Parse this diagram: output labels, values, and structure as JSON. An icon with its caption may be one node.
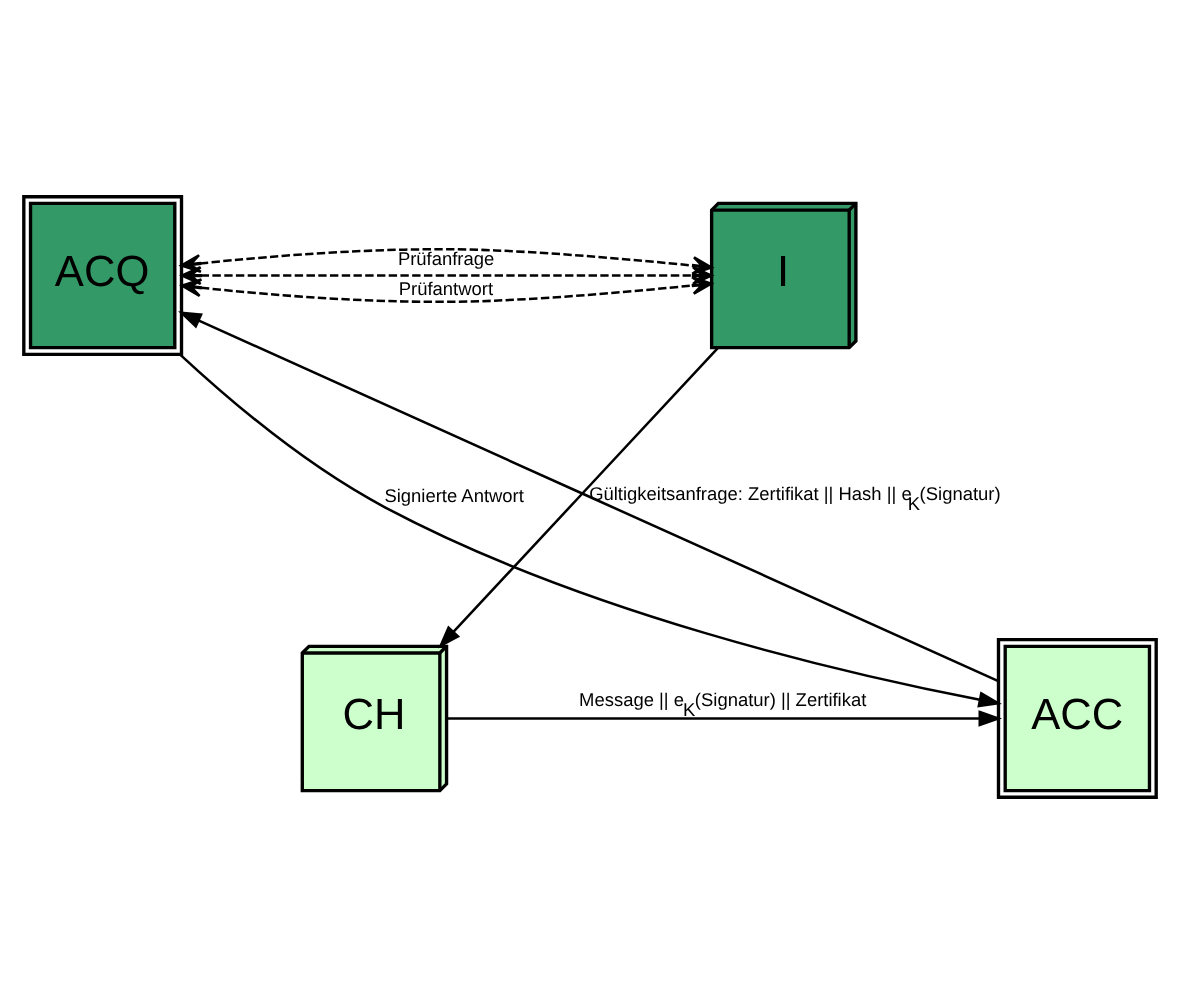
{
  "diagram": {
    "nodes": [
      {
        "text": [
          "I"
        ]
      },
      {
        "text": [
          "ACQ"
        ]
      },
      {
        "text": [
          "CH"
        ]
      },
      {
        "text": [
          "ACC"
        ]
      }
    ],
    "edges": [
      {
        "from": 1,
        "to": 0,
        "arrow": "both",
        "style": "dashed",
        "label": "Prüfanfrage"
      },
      {
        "from": 1,
        "to": 0,
        "arrow": "both",
        "style": "dashed"
      },
      {
        "from": 1,
        "to": 0,
        "arrow": "both",
        "style": "dashed",
        "label": "Prüfantwort"
      },
      {
        "from": 0,
        "to": 2,
        "arrow": "to"
      },
      {
        "from": 3,
        "to": 1,
        "arrow": "to",
        "label": "Gültigkeitsanfrage: Zertifikat || Hash || e$_{K}$(Signatur)"
      },
      {
        "from": 1,
        "to": 3,
        "arrow": "to",
        "label": "Signierte Antwort"
      },
      {
        "from": 2,
        "to": 3,
        "arrow": "to",
        "label": "Message || e$_{K}$(Signatur) || Zertifikat"
      }
    ]
  }
}
